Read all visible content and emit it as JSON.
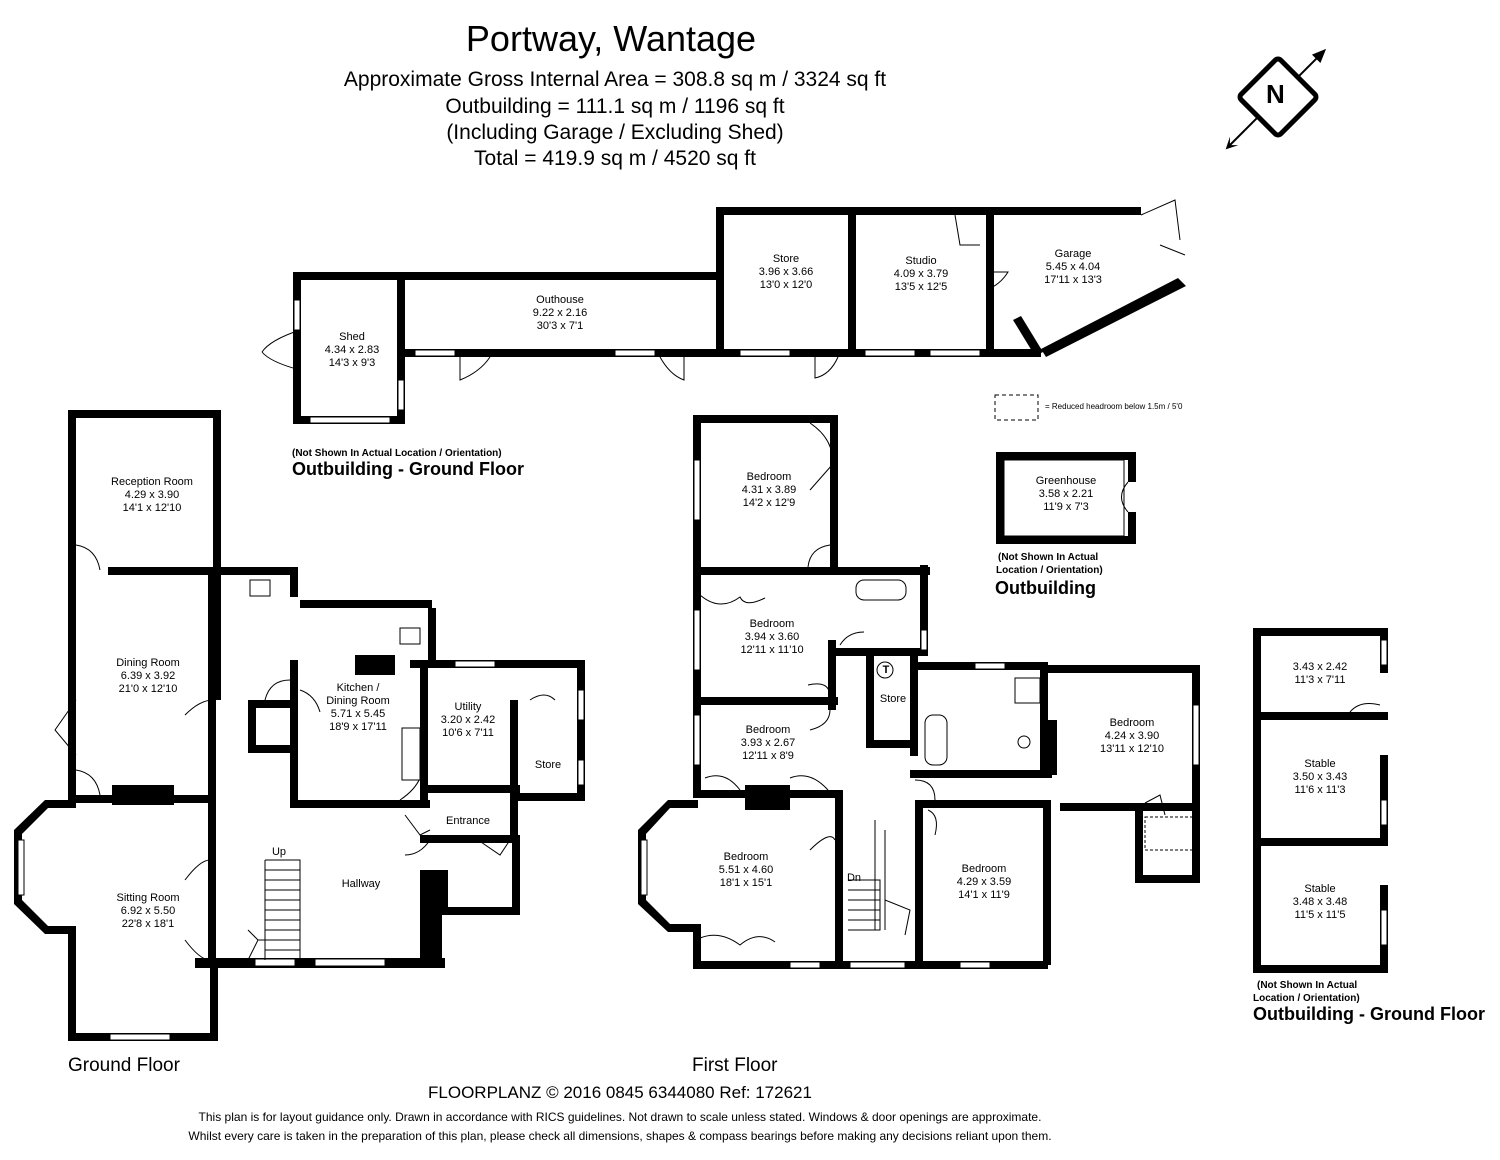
{
  "header": {
    "title": "Portway, Wantage",
    "gross_area": "Approximate Gross Internal Area = 308.8 sq m / 3324 sq ft",
    "outbuilding_area": "Outbuilding = 111.1 sq m / 1196 sq ft",
    "outbuilding_note": "(Including Garage / Excluding Shed)",
    "total_area": "Total = 419.9 sq m / 4520 sq ft"
  },
  "compass": {
    "letter": "N"
  },
  "key": {
    "reduced_headroom": "= Reduced headroom below 1.5m / 5'0"
  },
  "rooms": {
    "shed": {
      "name": "Shed",
      "metric": "4.34 x 2.83",
      "imperial": "14'3 x 9'3"
    },
    "outhouse": {
      "name": "Outhouse",
      "metric": "9.22 x 2.16",
      "imperial": "30'3 x 7'1"
    },
    "store_out": {
      "name": "Store",
      "metric": "3.96 x 3.66",
      "imperial": "13'0 x 12'0"
    },
    "studio": {
      "name": "Studio",
      "metric": "4.09 x 3.79",
      "imperial": "13'5 x 12'5"
    },
    "garage": {
      "name": "Garage",
      "metric": "5.45 x 4.04",
      "imperial": "17'11 x 13'3"
    },
    "reception": {
      "name": "Reception Room",
      "metric": "4.29 x 3.90",
      "imperial": "14'1 x 12'10"
    },
    "dining": {
      "name": "Dining Room",
      "metric": "6.39 x 3.92",
      "imperial": "21'0 x 12'10"
    },
    "kitchen": {
      "name": "Kitchen /",
      "name2": "Dining Room",
      "metric": "5.71 x 5.45",
      "imperial": "18'9 x 17'11"
    },
    "utility": {
      "name": "Utility",
      "metric": "3.20 x 2.42",
      "imperial": "10'6 x 7'11"
    },
    "store_gf": {
      "name": "Store"
    },
    "entrance": {
      "name": "Entrance"
    },
    "hallway": {
      "name": "Hallway"
    },
    "up": {
      "name": "Up"
    },
    "sitting": {
      "name": "Sitting Room",
      "metric": "6.92 x 5.50",
      "imperial": "22'8 x 18'1"
    },
    "bed1": {
      "name": "Bedroom",
      "metric": "4.31 x 3.89",
      "imperial": "14'2 x 12'9"
    },
    "bed2": {
      "name": "Bedroom",
      "metric": "3.94 x 3.60",
      "imperial": "12'11 x 11'10"
    },
    "bed3": {
      "name": "Bedroom",
      "metric": "3.93 x 2.67",
      "imperial": "12'11 x 8'9"
    },
    "bed4": {
      "name": "Bedroom",
      "metric": "5.51 x 4.60",
      "imperial": "18'1 x 15'1"
    },
    "bed5": {
      "name": "Bedroom",
      "metric": "4.29 x 3.59",
      "imperial": "14'1 x 11'9"
    },
    "bed6": {
      "name": "Bedroom",
      "metric": "4.24 x 3.90",
      "imperial": "13'11 x 12'10"
    },
    "store_ff": {
      "name": "Store"
    },
    "tank": {
      "name": "T"
    },
    "dn": {
      "name": "Dn"
    },
    "greenhouse": {
      "name": "Greenhouse",
      "metric": "3.58 x 2.21",
      "imperial": "11'9 x 7'3"
    },
    "stable_a": {
      "metric": "3.43 x 2.42",
      "imperial": "11'3 x 7'11"
    },
    "stable_b": {
      "name": "Stable",
      "metric": "3.50 x 3.43",
      "imperial": "11'6 x 11'3"
    },
    "stable_c": {
      "name": "Stable",
      "metric": "3.48 x 3.48",
      "imperial": "11'5 x 11'5"
    }
  },
  "labels": {
    "outbuilding_note_1": "(Not Shown In Actual Location / Orientation)",
    "outbuilding_gf_1": "Outbuilding - Ground Floor",
    "greenhouse_note_1": "(Not Shown In Actual",
    "greenhouse_note_2": "Location / Orientation)",
    "outbuilding": "Outbuilding",
    "stable_note_1": "(Not Shown In Actual",
    "stable_note_2": "Location / Orientation)",
    "outbuilding_gf_2": "Outbuilding - Ground Floor",
    "ground_floor": "Ground Floor",
    "first_floor": "First Floor"
  },
  "footer": {
    "company": "FLOORPLANZ © 2016   0845 6344080   Ref: 172621",
    "disclaimer_1": "This plan is for layout guidance only. Drawn in accordance with RICS guidelines. Not drawn to scale unless stated. Windows & door openings are approximate.",
    "disclaimer_2": "Whilst every care is taken in the preparation of this plan, please check all dimensions, shapes & compass bearings before making any decisions reliant upon them."
  }
}
